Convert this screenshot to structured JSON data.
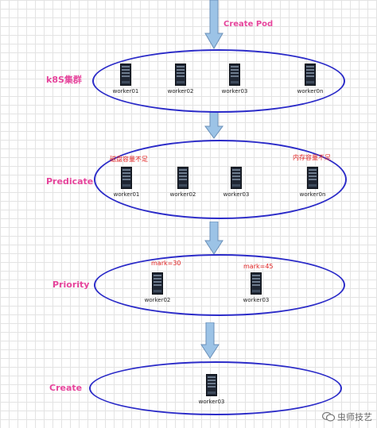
{
  "colors": {
    "ellipse": "#2b2bc8",
    "label": "#e6459c",
    "note": "#e02020",
    "arrow_fill": "#9cc3e6",
    "arrow_stroke": "#6a8fb8"
  },
  "arrow_title": "Create Pod",
  "stages": [
    {
      "label": "k8S集群",
      "nodes": [
        "worker01",
        "worker02",
        "worker03",
        "worker0n"
      ]
    },
    {
      "label": "Predicate",
      "nodes": [
        "worker01",
        "worker02",
        "worker03",
        "worker0n"
      ],
      "notes": [
        "磁盘容量不足",
        "内存容量不足"
      ]
    },
    {
      "label": "Priority",
      "nodes": [
        "worker02",
        "worker03"
      ],
      "notes": [
        "mark=30",
        "mark=45"
      ]
    },
    {
      "label": "Create",
      "nodes": [
        "worker03"
      ]
    }
  ],
  "watermark": "虫师技艺",
  "icons": {
    "server": "server-icon",
    "arrow": "down-arrow-icon",
    "watermark": "chat-bubble-icon"
  }
}
